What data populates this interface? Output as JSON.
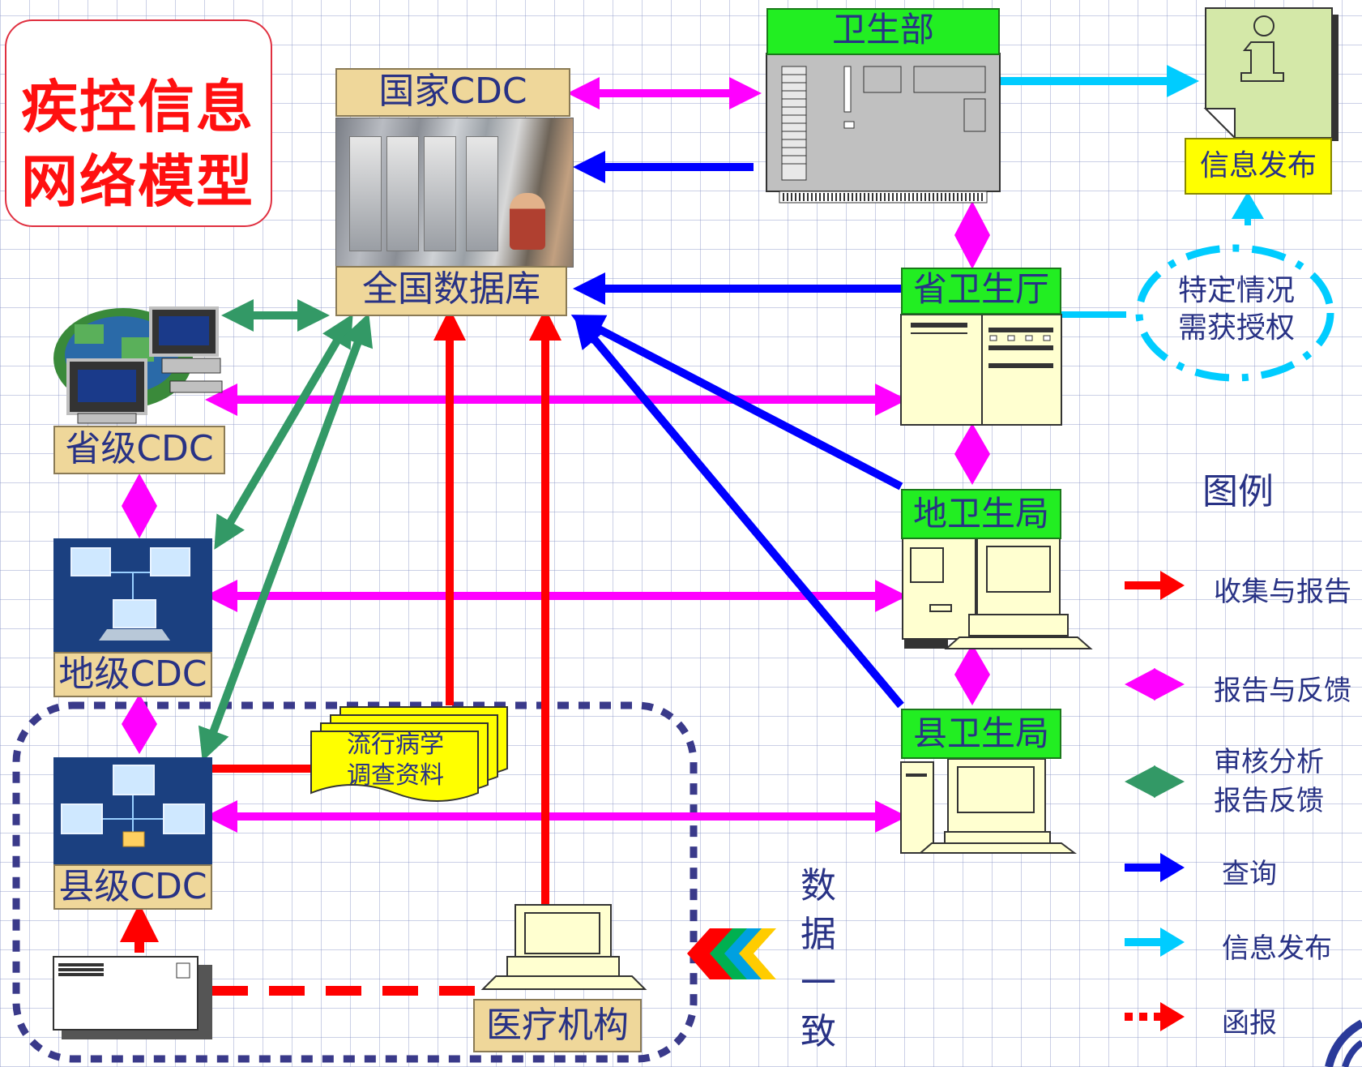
{
  "title": {
    "line1": "疾控信息",
    "line2": "网络模型"
  },
  "nodes": {
    "national_cdc": "国家CDC",
    "national_db": "全国数据库",
    "ministry": "卫生部",
    "info_release_box": "信息发布",
    "provincial_dept": "省卫生厅",
    "prefecture_bureau": "地卫生局",
    "county_bureau": "县卫生局",
    "provincial_cdc": "省级CDC",
    "prefecture_cdc": "地级CDC",
    "county_cdc": "县级CDC",
    "medical_institution": "医疗机构",
    "special_case": [
      "特定情况",
      "需获授权"
    ],
    "epi_survey": [
      "流行病学",
      "调查资料"
    ]
  },
  "consistency": [
    "数",
    "据",
    "一",
    "致"
  ],
  "legend": {
    "title": "图例",
    "items": [
      {
        "label": "收集与报告",
        "color": "#ff0000"
      },
      {
        "label": "报告与反馈",
        "color": "#ff00ff"
      },
      {
        "label": "审核分析\n报告反馈",
        "color": "#339966"
      },
      {
        "label": "查询",
        "color": "#0000ff"
      },
      {
        "label": "信息发布",
        "color": "#00ccff"
      },
      {
        "label": "函报",
        "color": "#ff0000"
      }
    ]
  },
  "colors": {
    "collect": "#ff0000",
    "feedback": "#ff00ff",
    "review": "#339966",
    "query": "#0000ff",
    "publish": "#00ccff",
    "node_green": "#22ee22",
    "node_tan": "#efd79a",
    "text": "#283285"
  },
  "icons": [
    "server-icon",
    "info-document-icon",
    "computer-icon",
    "network-icon",
    "envelope-icon",
    "rainbow-chevron-icon",
    "logo-icon"
  ]
}
